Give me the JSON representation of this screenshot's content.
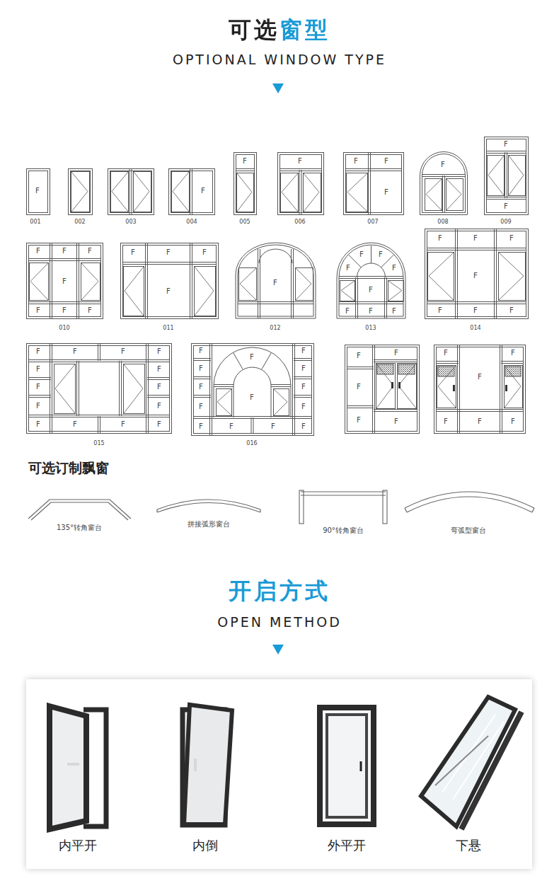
{
  "diagram": {
    "title": "可选窗型",
    "labels": [
      "OPTIONAL WINDOW TYPE",
      "F",
      "001",
      "002",
      "003",
      "F",
      "004",
      "F",
      "005",
      "F",
      "006",
      "F",
      "F",
      "F",
      "007",
      "F",
      "008",
      "F",
      "F",
      "009",
      "F",
      "F",
      "F",
      "F",
      "F",
      "F",
      "F",
      "010",
      "F",
      "F",
      "F",
      "F",
      "011",
      "F",
      "012",
      "F",
      "F",
      "F",
      "F",
      "F",
      "F",
      "F",
      "F",
      "013",
      "F",
      "F",
      "F",
      "F",
      "F",
      "F",
      "F",
      "014",
      "F",
      "F",
      "F",
      "F",
      "F",
      "F",
      "F",
      "F",
      "F",
      "F",
      "F",
      "F",
      "F",
      "F",
      "015",
      "F",
      "F",
      "F",
      "F",
      "F",
      "F",
      "F",
      "F",
      "F",
      "F",
      "F",
      "F",
      "F",
      "F",
      "016",
      "F",
      "F",
      "F",
      "F",
      "F",
      "F",
      "F",
      "F",
      "F",
      "F",
      "F",
      "可选订制飘窗",
      "135°转角窗台",
      "拼接弧形窗台",
      "90°转角窗台",
      "弯弧型窗台",
      "开启方式",
      "OPEN METHOD",
      "内平开",
      "内倒",
      "外平开",
      "下悬"
    ]
  }
}
